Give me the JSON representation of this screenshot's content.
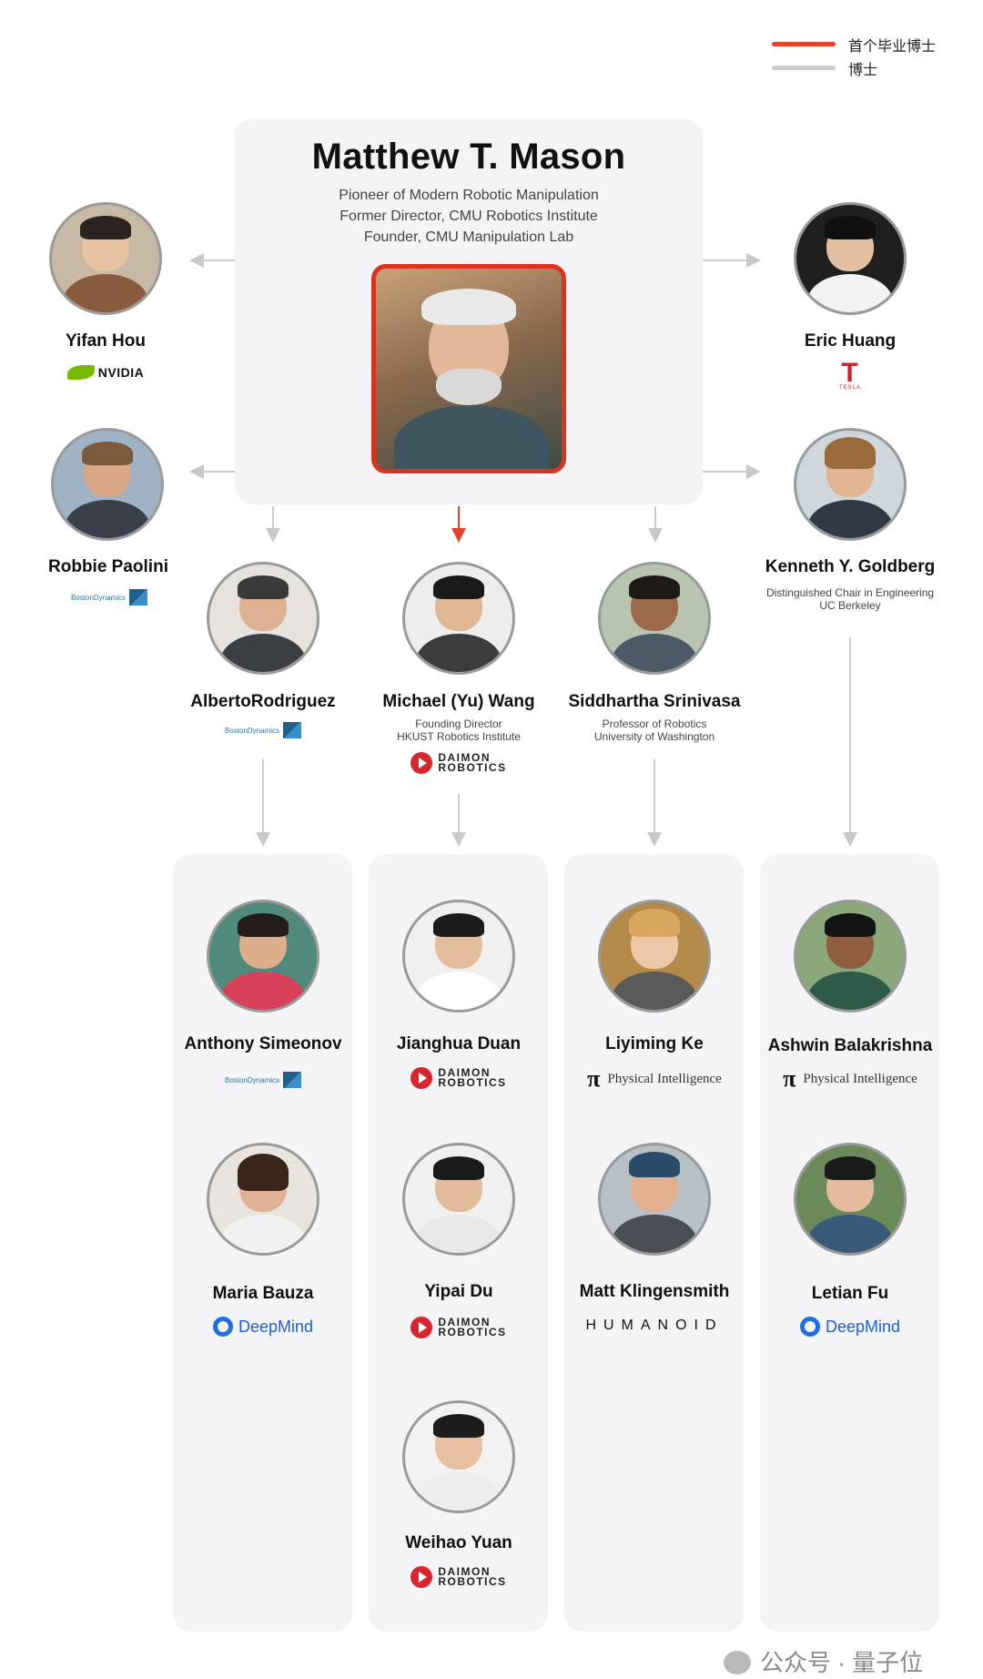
{
  "legend": [
    {
      "label": "首个毕业博士",
      "color": "#e2432b"
    },
    {
      "label": "博士",
      "color": "#cccccc"
    }
  ],
  "colors": {
    "first_phd": "#e2432b",
    "phd": "#cccccc",
    "panel": "#f4f4f6",
    "photo_border": "#d8341e"
  },
  "advisor": {
    "name": "Matthew T. Mason",
    "roles": [
      "Pioneer of Modern Robotic Manipulation",
      "Former Director, CMU Robotics Institute",
      "Founder, CMU Manipulation Lab"
    ]
  },
  "students": {
    "yifan": {
      "name": "Yifan Hou",
      "logo": "NVIDIA",
      "logo_icon": "nvidia-logo-icon"
    },
    "eric": {
      "name": "Eric Huang",
      "logo": "TESLA",
      "logo_icon": "tesla-logo-icon"
    },
    "robbie": {
      "name": "Robbie Paolini",
      "logo": "BostonDynamics",
      "logo_icon": "boston-dynamics-logo-icon"
    },
    "kenneth": {
      "name": "Kenneth Y. Goldberg",
      "desc": [
        "Distinguished Chair in Engineering",
        "UC Berkeley"
      ]
    },
    "alberto": {
      "name": "AlbertoRodriguez",
      "logo": "BostonDynamics",
      "logo_icon": "boston-dynamics-logo-icon"
    },
    "michael": {
      "name": "Michael (Yu) Wang",
      "desc": [
        "Founding Director",
        "HKUST Robotics Institute"
      ],
      "logo": [
        "DAIMON",
        "ROBOTICS"
      ],
      "logo_icon": "daimon-robotics-logo-icon"
    },
    "siddhartha": {
      "name": "Siddhartha Srinivasa",
      "desc": [
        "Professor of Robotics",
        "University of Washington"
      ]
    }
  },
  "grand_students": {
    "anthony": {
      "name": "Anthony Simeonov",
      "logo": "BostonDynamics"
    },
    "maria": {
      "name": "Maria Bauza",
      "logo": "DeepMind"
    },
    "jianghua": {
      "name": "Jianghua Duan",
      "logo": [
        "DAIMON",
        "ROBOTICS"
      ]
    },
    "yipai": {
      "name": "Yipai Du",
      "logo": [
        "DAIMON",
        "ROBOTICS"
      ]
    },
    "weihao": {
      "name": "Weihao Yuan",
      "logo": [
        "DAIMON",
        "ROBOTICS"
      ]
    },
    "liyiming": {
      "name": "Liyiming Ke",
      "logo": "Physical Intelligence",
      "mark": "π"
    },
    "matt": {
      "name": "Matt Klingensmith",
      "logo": "HUMANOID"
    },
    "ashwin": {
      "name": "Ashwin Balakrishna",
      "logo": "Physical Intelligence",
      "mark": "π"
    },
    "letian": {
      "name": "Letian Fu",
      "logo": "DeepMind"
    }
  },
  "watermark": "公众号 · 量子位"
}
